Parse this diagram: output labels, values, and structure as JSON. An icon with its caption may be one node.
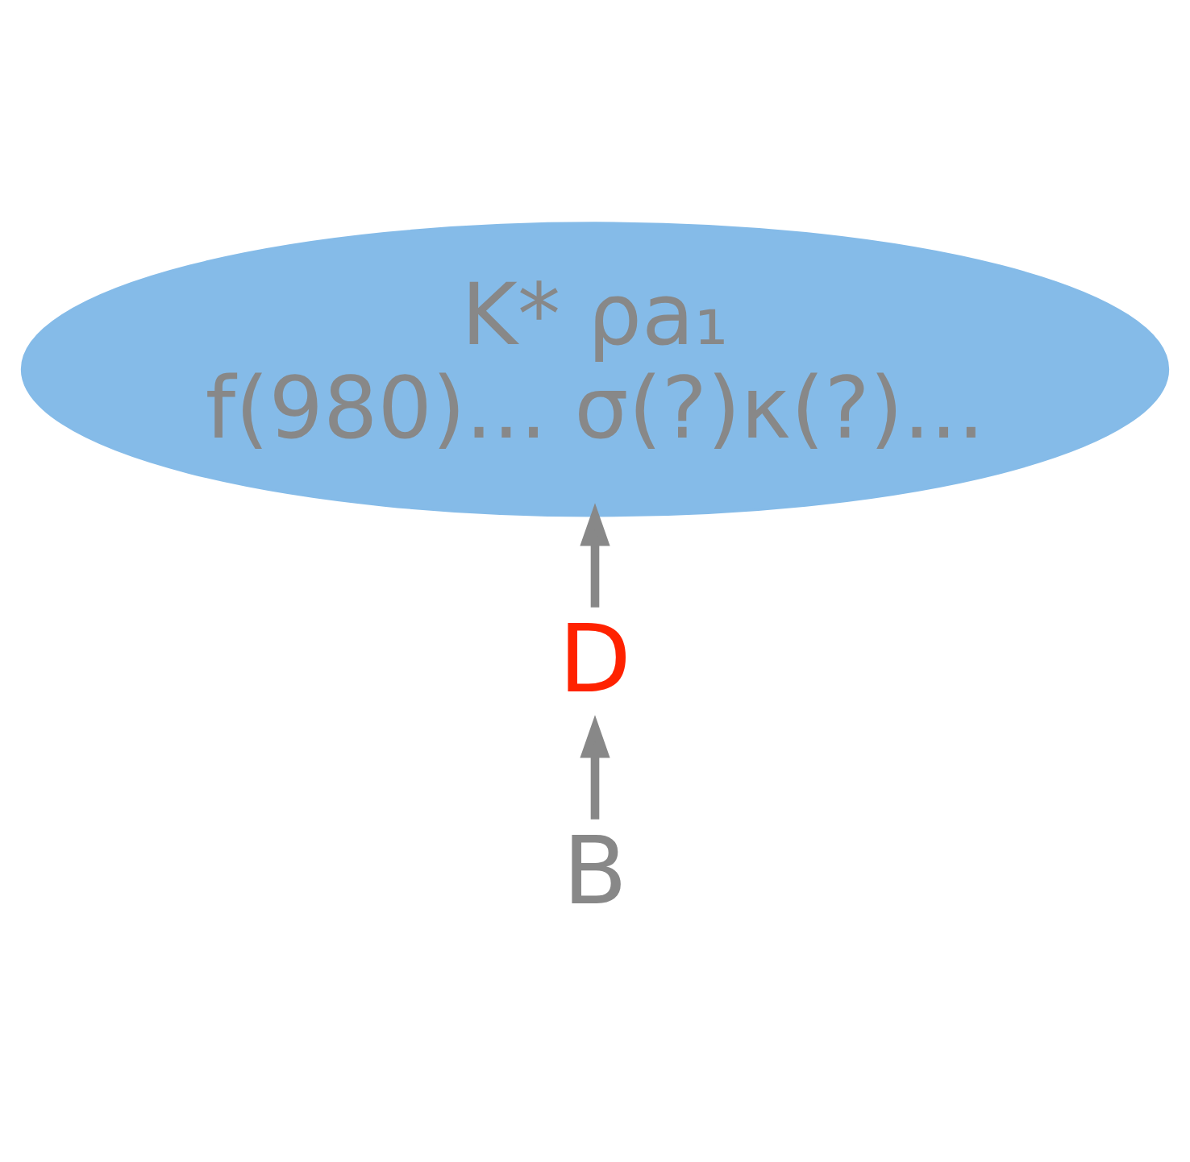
{
  "diagram": {
    "nodes": [
      {
        "text": [
          "K* ρa₁ f(980)... σ(?)κ(?)..."
        ]
      },
      {
        "text": [
          "D"
        ]
      },
      {
        "text": [
          "B"
        ]
      }
    ],
    "edges": [
      {
        "from": 2,
        "to": 1,
        "arrow": "to"
      },
      {
        "from": 1,
        "to": 0,
        "arrow": "to"
      }
    ]
  }
}
